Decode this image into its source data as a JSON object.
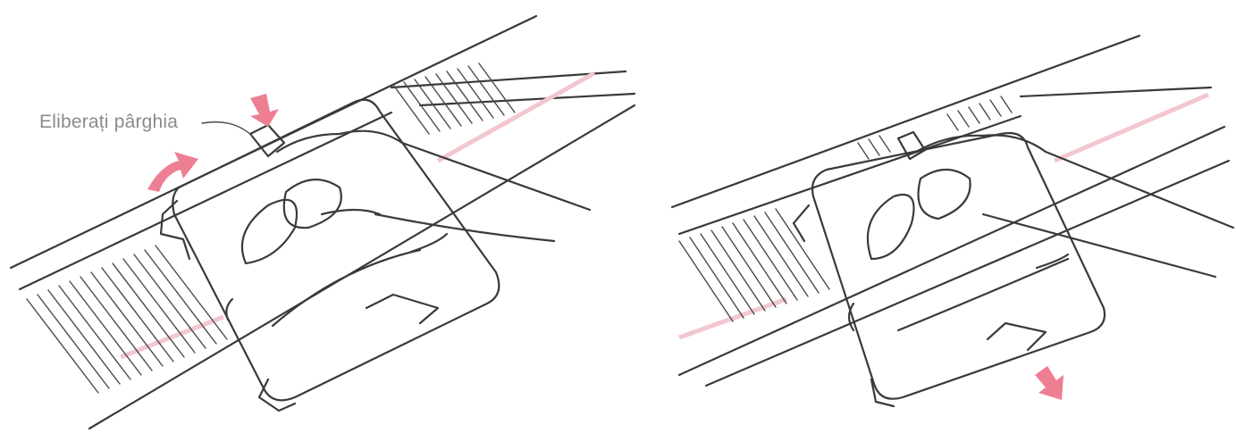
{
  "annotation": {
    "release_lever_label": "Eliberați pârghia"
  },
  "colors": {
    "accent": "#ee7f93",
    "pale_stripe": "#f3c7cf",
    "line": "#3a3a3a",
    "label": "#8a8a8a",
    "background": "#ffffff"
  },
  "icons": [
    "curved-arrow-icon",
    "down-arrow-icon",
    "down-right-arrow-icon",
    "hand-illustration",
    "carriage-illustration"
  ]
}
